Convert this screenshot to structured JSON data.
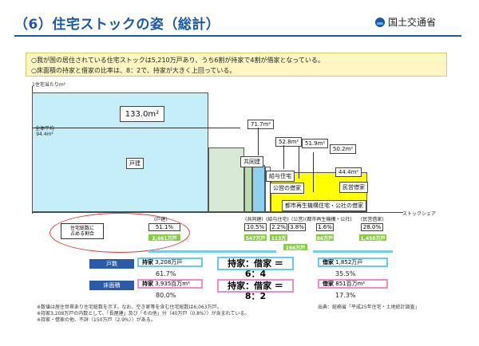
{
  "header": {
    "title": "（6）住宅ストックの姿（総計）",
    "ministry": "国土交通省"
  },
  "summary": {
    "line1": "○我が国の居住されている住宅ストックは5,210万戸あり、うち6割が持家で4割が借家となっている。",
    "line2": "○床面積の持家と借家の比率は、8：2で、持家が大きく上回っている。"
  },
  "chart_data": {
    "type": "bar",
    "ylabel": "1住宅当たりm²",
    "xlabel": "ストックシェア",
    "reference_line": {
      "label_line1": "全体平均",
      "label_line2": "94.4m²",
      "value": 94.4
    },
    "categories": [
      "戸建",
      "共同建",
      "給与住宅",
      "公営の借家",
      "都市再生機構住宅・公社の借家",
      "民営借家"
    ],
    "floor_area_labels": [
      "133.0m²",
      "71.7m²",
      "52.8m²",
      "51.9m²",
      "50.2m²",
      "44.4m²"
    ],
    "floor_area": [
      133.0,
      71.7,
      52.8,
      51.9,
      50.2,
      44.4
    ],
    "share": [
      51.1,
      10.5,
      2.2,
      3.8,
      1.6,
      28.0
    ],
    "share_labels": [
      "51.1%",
      "10.5%",
      "2.2%",
      "3.8%",
      "1.6%",
      "28.0%"
    ],
    "households": [
      "2,661万戸",
      "547万戸",
      "113万戸",
      "196万戸",
      "86万戸",
      "1,458万戸"
    ],
    "header_labels": [
      "(戸建)",
      "(共同建)",
      "(給与住宅)",
      "(公営)",
      "(都市再生機構・公社)",
      "(民営借家)"
    ],
    "colors": {
      "detached": "#c6eef8",
      "apartment": "#d8ead6",
      "company": "#b8dcb0",
      "public": "#8ed0ee",
      "ur": "#ffffff",
      "private": "#ffff00"
    }
  },
  "labels": {
    "share_caption": "住宅総数に\n占める割合",
    "row_units": "戸数",
    "row_area": "床面積",
    "owned": "持家",
    "rented": "借家",
    "owned_units": "3,208万戸",
    "owned_units_pct": "61.7%",
    "rented_units": "1,852万戸",
    "rented_units_pct": "35.5%",
    "owned_area": "3,935百万m²",
    "owned_area_pct": "80.0%",
    "rented_area": "851百万m²",
    "rented_area_pct": "17.3%",
    "ratio_units": "持家：借家 ＝ 6：4",
    "ratio_area": "持家：借家 ＝ 8：2"
  },
  "notes": {
    "n1": "※数値は居住世帯あり住宅総数を示す。なお、空き家等を含む住宅総数は6,063万戸。",
    "n2": "※持家3,208万戸の内数として、「長屋建」及び「その他」分（40万戸（0.8%））が含まれている。",
    "n3": "※持家・借家の他、不詳（150万戸（2.9%））がある。",
    "source": "出典：総務省「平成25年住宅・土地統計調査」"
  }
}
